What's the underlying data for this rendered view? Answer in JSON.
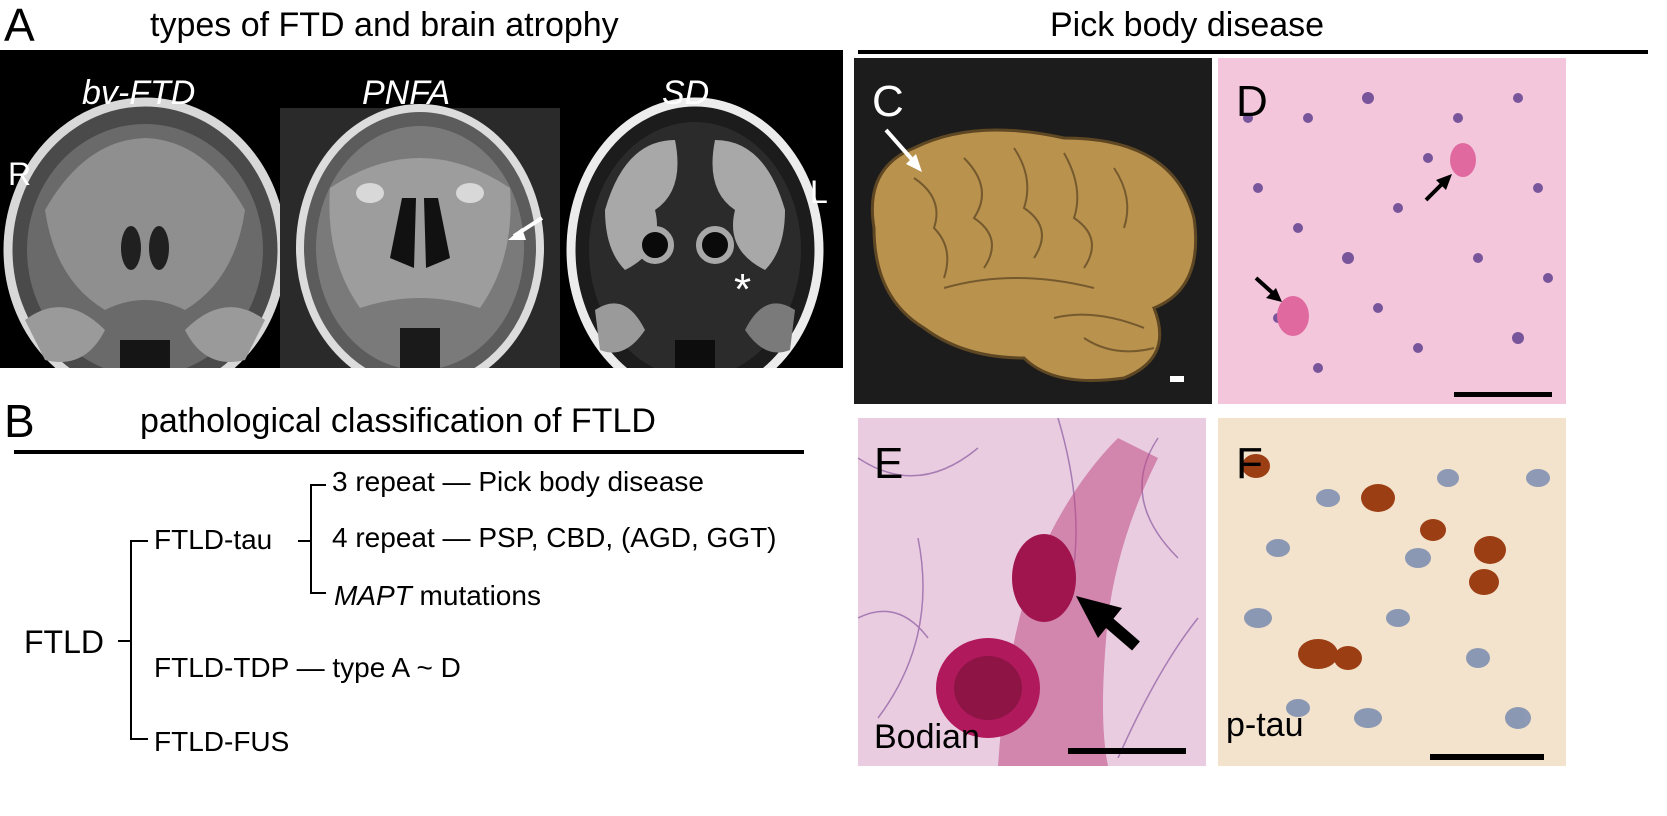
{
  "panel_a": {
    "letter": "A",
    "title": "types of FTD and brain atrophy",
    "scans": [
      {
        "label": "bv-FTD"
      },
      {
        "label": "PNFA"
      },
      {
        "label": "SD"
      }
    ],
    "right_marker": "R",
    "left_marker": "L",
    "asterisk": "*"
  },
  "panel_b": {
    "letter": "B",
    "title": "pathological classification of FTLD",
    "root": "FTLD",
    "branches": {
      "tau": "FTLD-tau",
      "tdp": "FTLD-TDP",
      "tdp_detail": "type A ~ D",
      "fus": "FTLD-FUS"
    },
    "tau_subtypes": {
      "three_repeat": "3 repeat",
      "three_repeat_detail": "Pick body disease",
      "four_repeat": "4 repeat",
      "four_repeat_detail": "PSP, CBD, (AGD, GGT)",
      "mapt_gene": "MAPT",
      "mapt_suffix": " mutations"
    },
    "dash": "—"
  },
  "pick_body": {
    "title": "Pick body disease",
    "panels": {
      "c": {
        "letter": "C"
      },
      "d": {
        "letter": "D"
      },
      "e": {
        "letter": "E",
        "stain": "Bodian"
      },
      "f": {
        "letter": "F",
        "stain": "p-tau"
      }
    }
  },
  "colors": {
    "he_background": "#f3c6dc",
    "bodian_background": "#e9cce0",
    "ptau_background": "#f3e3cc",
    "brain": "#b9924e"
  }
}
